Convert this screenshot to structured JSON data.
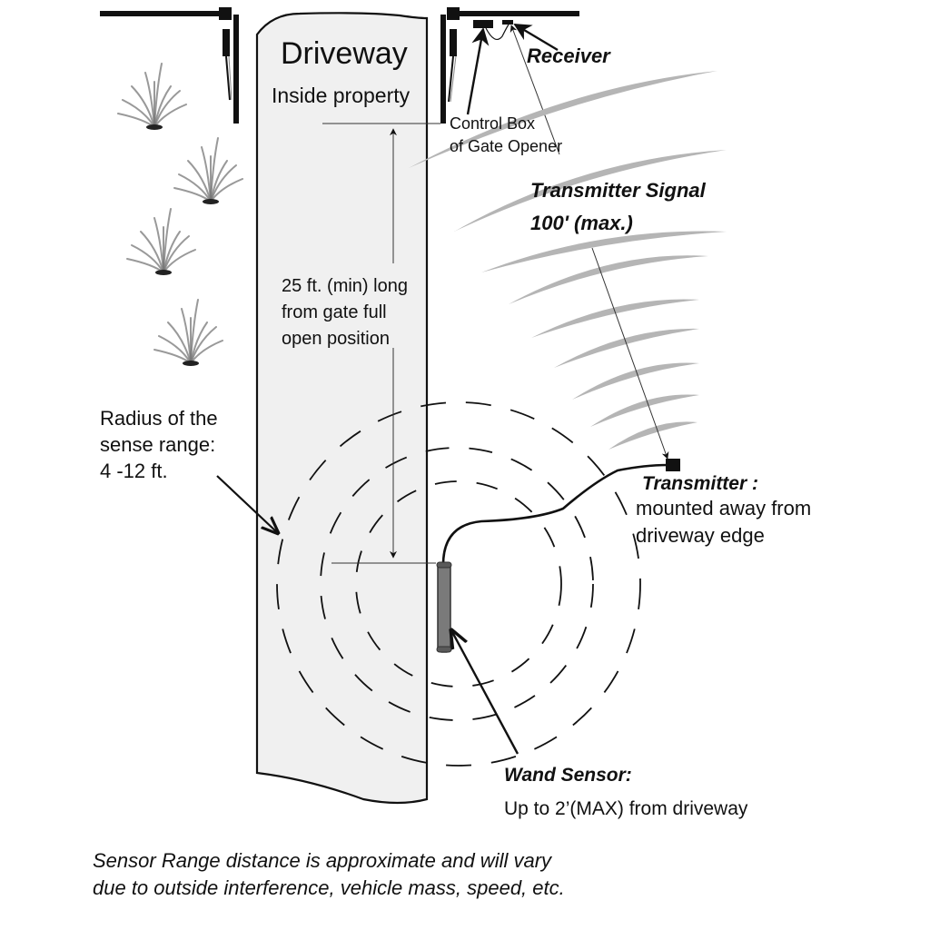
{
  "diagram": {
    "title": "Driveway Alarm / Gate Opener Sensor Layout",
    "driveway": {
      "label": "Driveway",
      "sublabel": "Inside property"
    },
    "receiver": {
      "label": "Receiver"
    },
    "control_box": {
      "lines": [
        "Control Box",
        "of Gate Opener"
      ]
    },
    "transmitter_signal": {
      "lines": [
        "Transmitter Signal",
        "100' (max.)"
      ]
    },
    "min_length": {
      "lines": [
        "25 ft. (min) long",
        "from gate full",
        "open position"
      ]
    },
    "sense_radius": {
      "lines": [
        "Radius of the",
        "sense range:",
        "4 -12 ft."
      ]
    },
    "transmitter": {
      "title": "Transmitter :",
      "lines": [
        "mounted away from",
        "driveway edge"
      ]
    },
    "wand_sensor": {
      "title": "Wand Sensor:",
      "desc": "Up to 2’(MAX) from driveway"
    },
    "footnote": {
      "lines": [
        "Sensor Range distance is approximate and will vary",
        "due to outside interference, vehicle mass, speed, etc."
      ]
    },
    "colors": {
      "driveway_fill": "#f0f0f0",
      "signal_arc": "#b5b5b5",
      "wand_body": "#7a7a7a",
      "ink": "#111111"
    }
  }
}
